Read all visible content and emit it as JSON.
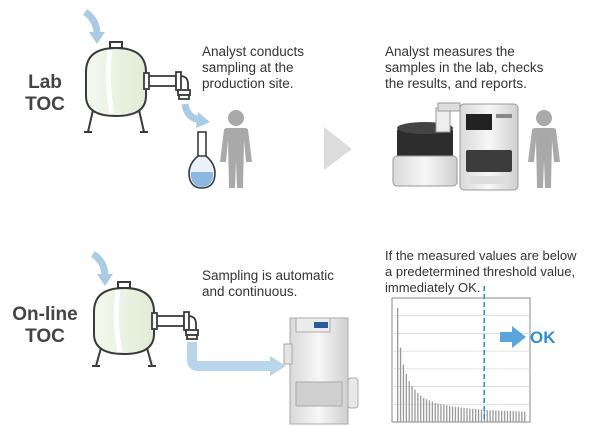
{
  "lab": {
    "title_line1": "Lab",
    "title_line2": "TOC",
    "text1": [
      "Analyst conducts",
      "sampling at the",
      "production site."
    ],
    "text2": [
      "Analyst measures the",
      "samples in the lab, checks",
      "the results, and reports."
    ]
  },
  "online": {
    "title_line1": "On-line",
    "title_line2": "TOC",
    "text1": [
      "Sampling is automatic",
      "and continuous."
    ],
    "text2": [
      "If the measured values are below",
      "a predetermined threshold value,",
      "immediately OK."
    ],
    "ok_label": "OK"
  },
  "colors": {
    "arrow": "#a9cbe6",
    "accent": "#2f8fd0",
    "tank_fill": "#e8f1e0",
    "line": "#3a3a3a",
    "person": "#a9a9a9"
  },
  "chart_data": {
    "type": "bar",
    "title": "",
    "xlabel": "",
    "ylabel": "",
    "values": [
      0.95,
      0.62,
      0.48,
      0.4,
      0.34,
      0.3,
      0.27,
      0.24,
      0.22,
      0.2,
      0.19,
      0.18,
      0.17,
      0.16,
      0.155,
      0.15,
      0.145,
      0.14,
      0.135,
      0.13,
      0.127,
      0.124,
      0.121,
      0.118,
      0.115,
      0.112,
      0.11,
      0.108,
      0.106,
      0.104,
      0.102,
      0.1,
      0.099,
      0.098,
      0.097,
      0.096,
      0.095,
      0.094,
      0.093,
      0.092,
      0.091,
      0.09,
      0.089,
      0.088,
      0.087
    ],
    "threshold_index": 30,
    "ylim": [
      0,
      1
    ],
    "grid": true
  }
}
